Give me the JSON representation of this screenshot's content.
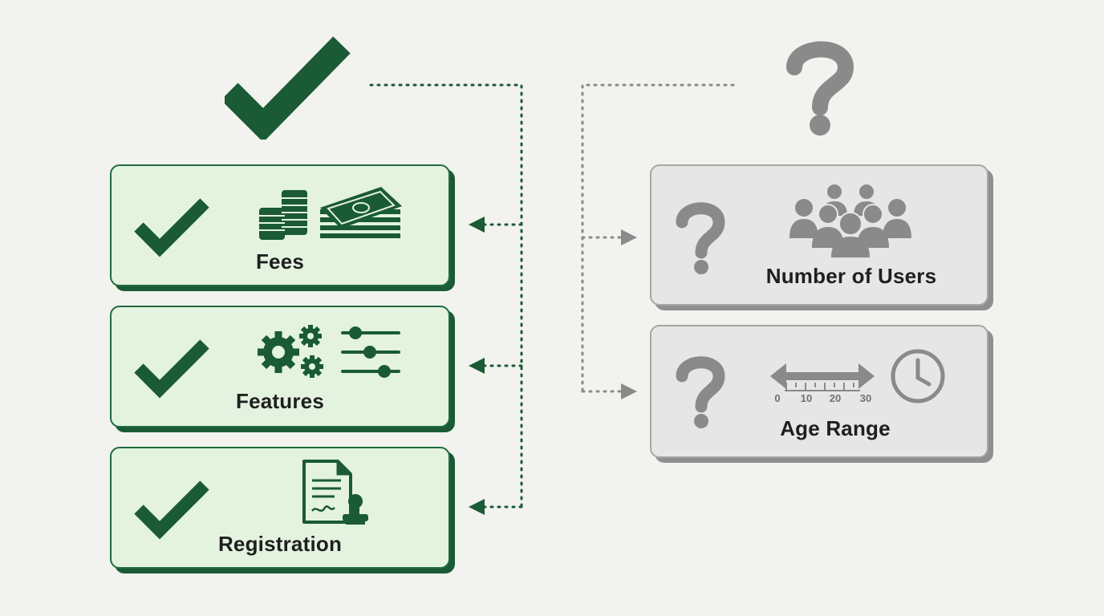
{
  "colors": {
    "verified_green": "#1a5a34",
    "verified_fill": "#e3f3df",
    "unknown_gray": "#8a8a8a",
    "unknown_fill": "#e6e6e6",
    "background": "#f2f2ef"
  },
  "verified": {
    "header_icon": "check-icon",
    "items": [
      {
        "label": "Fees",
        "icons": [
          "coin-stack-icon",
          "cash-stack-icon"
        ]
      },
      {
        "label": "Features",
        "icons": [
          "gears-icon",
          "sliders-icon"
        ]
      },
      {
        "label": "Registration",
        "icons": [
          "certificate-document-icon"
        ]
      }
    ]
  },
  "unknown": {
    "header_icon": "question-icon",
    "items": [
      {
        "label": "Number of Users",
        "icons": [
          "users-group-icon"
        ]
      },
      {
        "label": "Age Range",
        "icons": [
          "double-arrow-range-icon",
          "clock-icon"
        ],
        "scale_ticks": [
          "0",
          "10",
          "20",
          "30"
        ]
      }
    ]
  }
}
